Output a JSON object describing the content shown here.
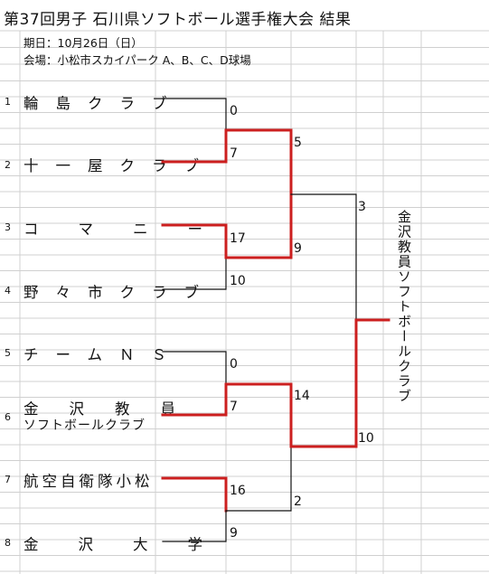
{
  "title": "第37回男子  石川県ソフトボール選手権大会  結果",
  "info": {
    "date": "期日：10月26日（日）",
    "venue": "会場：小松市スカイパーク  A、B、C、D球場"
  },
  "teams": [
    {
      "seed": "1",
      "name": "輪島クラブ"
    },
    {
      "seed": "2",
      "name": "十一屋クラブ"
    },
    {
      "seed": "3",
      "name": "コマニー"
    },
    {
      "seed": "4",
      "name": "野々市クラブ"
    },
    {
      "seed": "5",
      "name": "チームＮＳ"
    },
    {
      "seed": "6",
      "name_line1": "金沢教員",
      "name_line2": "ソフトボールクラブ"
    },
    {
      "seed": "7",
      "name": "航空自衛隊小松"
    },
    {
      "seed": "8",
      "name": "金沢大学"
    }
  ],
  "scores": {
    "r1": [
      "0",
      "7",
      "17",
      "10",
      "0",
      "7",
      "16",
      "9"
    ],
    "r2": [
      "5",
      "9",
      "14",
      "2"
    ],
    "semi": [
      "3",
      "10"
    ]
  },
  "champion": "金沢教員ソフトボールクラブ",
  "colors": {
    "winner_line": "#cc1f1f",
    "loser_line": "#111111",
    "grid": "#d0d0d0"
  }
}
